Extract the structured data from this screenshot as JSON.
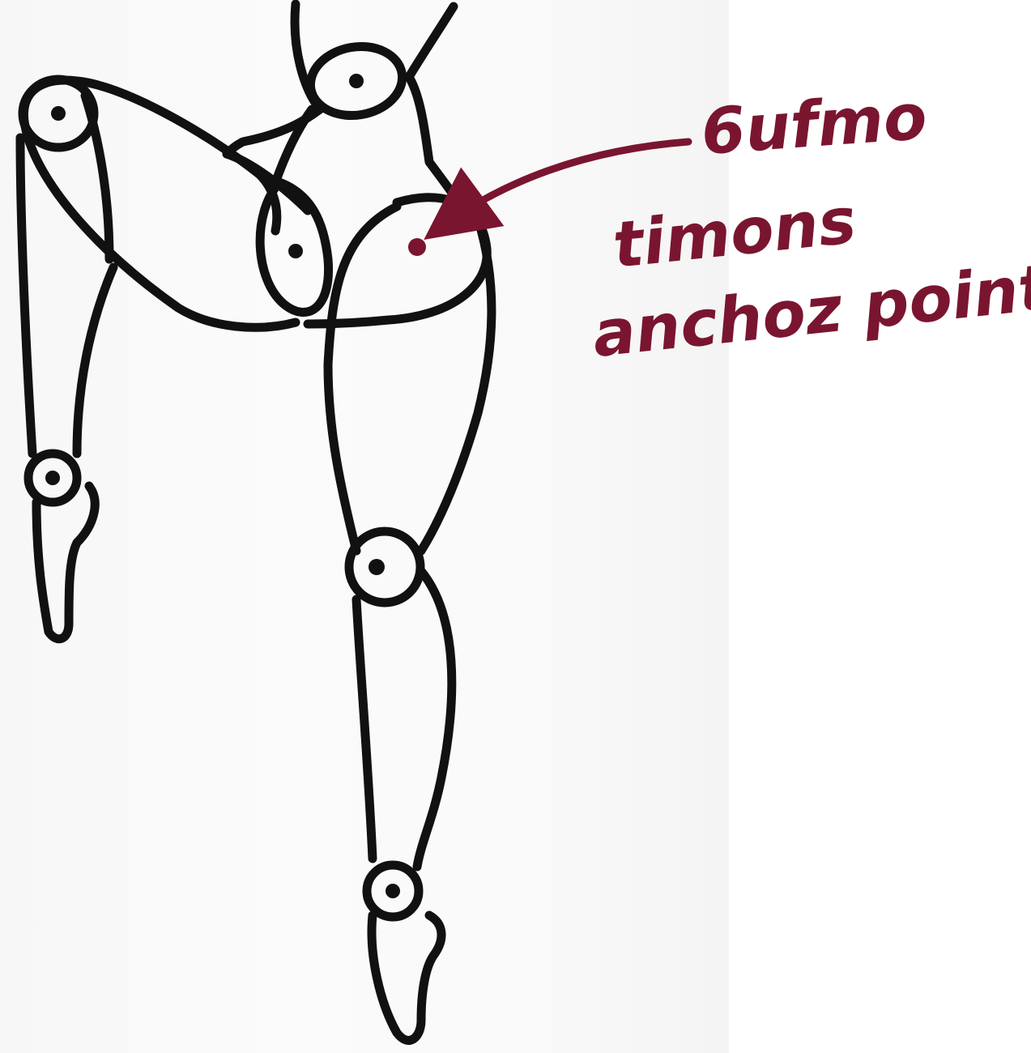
{
  "annotation": {
    "line1": "6ufmo",
    "line2": "timons",
    "line3": "anchoz point",
    "color": "#7a1530"
  },
  "drawing": {
    "stroke_color": "#111111",
    "paper_color": "#f8f8f8",
    "background_color": "#ffffff"
  }
}
